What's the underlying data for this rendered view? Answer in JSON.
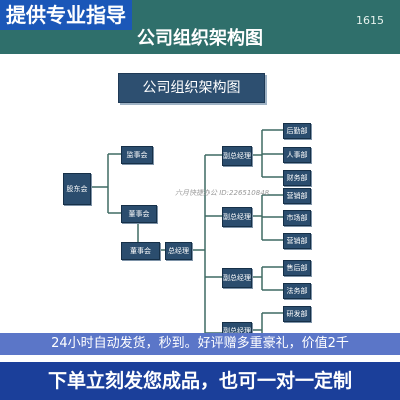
{
  "banners": {
    "top": "提供专业指导",
    "middle": "24小时自动发货，秒到。好评赠多重豪礼，价值2千",
    "bottom": "下单立刻发您成品，也可一对一定制"
  },
  "slide": {
    "title": "公司组织架构图",
    "code": "1615"
  },
  "diagram": {
    "title": "公司组织架构图",
    "watermark": "六月快捷办公 ID:226510848",
    "root": "股东会",
    "supervisors": "监事会",
    "board": "董事会",
    "chairman": "董事会",
    "ceo": "总经理",
    "vp1": "副总经理",
    "vp2": "副总经理",
    "vp3": "副总经理",
    "vp4": "副总经理",
    "dept_a1": "后勤部",
    "dept_a2": "人事部",
    "dept_a3": "财务部",
    "dept_b1": "营销部",
    "dept_b2": "市场部",
    "dept_b3": "营销部",
    "dept_c1": "售后部",
    "dept_c2": "法务部",
    "dept_d1": "研发部"
  },
  "colors": {
    "header": "#2f6f6b",
    "node": "#2b4d6e",
    "connector": "#3f6a63",
    "promo_blue": "#1b57b8"
  }
}
